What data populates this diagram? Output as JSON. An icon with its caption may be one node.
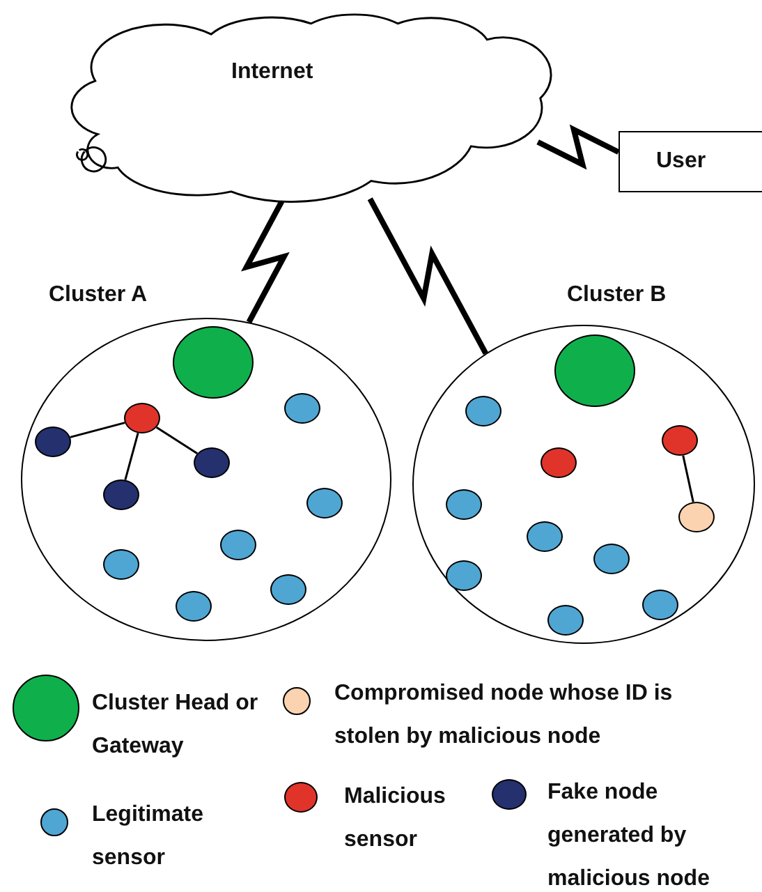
{
  "diagram": {
    "nodes": [
      {
        "text": [
          "Internet"
        ]
      },
      {
        "text": [
          "User"
        ]
      },
      {
        "text": [
          "Cluster A"
        ]
      },
      {
        "text": [],
        "shape": "circle",
        "in": 2
      },
      {
        "text": [],
        "shape": "circle",
        "in": 2
      },
      {
        "text": [],
        "shape": "circle",
        "in": 2
      },
      {
        "text": [],
        "shape": "circle",
        "in": 2
      },
      {
        "text": [],
        "shape": "circle",
        "in": 2
      },
      {
        "text": [],
        "shape": "circle",
        "in": 2
      },
      {
        "text": [],
        "shape": "circle",
        "in": 2
      },
      {
        "text": [],
        "shape": "circle",
        "in": 2
      },
      {
        "text": [],
        "shape": "circle",
        "in": 2
      },
      {
        "text": [],
        "shape": "circle",
        "in": 2
      },
      {
        "text": [],
        "shape": "circle",
        "in": 2
      },
      {
        "text": [
          "Cluster B"
        ]
      },
      {
        "text": [],
        "shape": "circle",
        "in": 14
      },
      {
        "text": [],
        "shape": "circle",
        "in": 14
      },
      {
        "text": [],
        "shape": "circle",
        "in": 14
      },
      {
        "text": [],
        "shape": "circle",
        "in": 14
      },
      {
        "text": [],
        "shape": "circle",
        "in": 14
      },
      {
        "text": [],
        "shape": "circle",
        "in": 14
      },
      {
        "text": [],
        "shape": "circle",
        "in": 14
      },
      {
        "text": [],
        "shape": "circle",
        "in": 14
      },
      {
        "text": [],
        "shape": "circle",
        "in": 14
      },
      {
        "text": [],
        "shape": "circle",
        "in": 14
      },
      {
        "text": [],
        "shape": "circle",
        "in": 14
      }
    ],
    "edges": [
      {
        "from": 0,
        "to": 1,
        "arrow": "none",
        "style": "thick"
      },
      {
        "from": 0,
        "to": 2,
        "arrow": "none",
        "style": "thick"
      },
      {
        "from": 0,
        "to": 14,
        "arrow": "none",
        "style": "thick"
      },
      {
        "from": 5,
        "to": 6,
        "arrow": "none"
      },
      {
        "from": 5,
        "to": 7,
        "arrow": "none"
      },
      {
        "from": 5,
        "to": 8,
        "arrow": "none"
      },
      {
        "from": 17,
        "to": 20,
        "arrow": "none"
      }
    ],
    "legend": [
      {
        "text": "Cluster Head or Gateway",
        "color": "#0fb04c"
      },
      {
        "text": "Compromised node whose ID is stolen by malicious node",
        "color": "#fbd3b0"
      },
      {
        "text": "Legitimate sensor",
        "color": "#4fa6d3"
      },
      {
        "text": "Malicious sensor",
        "color": "#e0342a"
      },
      {
        "text": "Fake node generated by malicious node",
        "color": "#25306e"
      }
    ]
  }
}
